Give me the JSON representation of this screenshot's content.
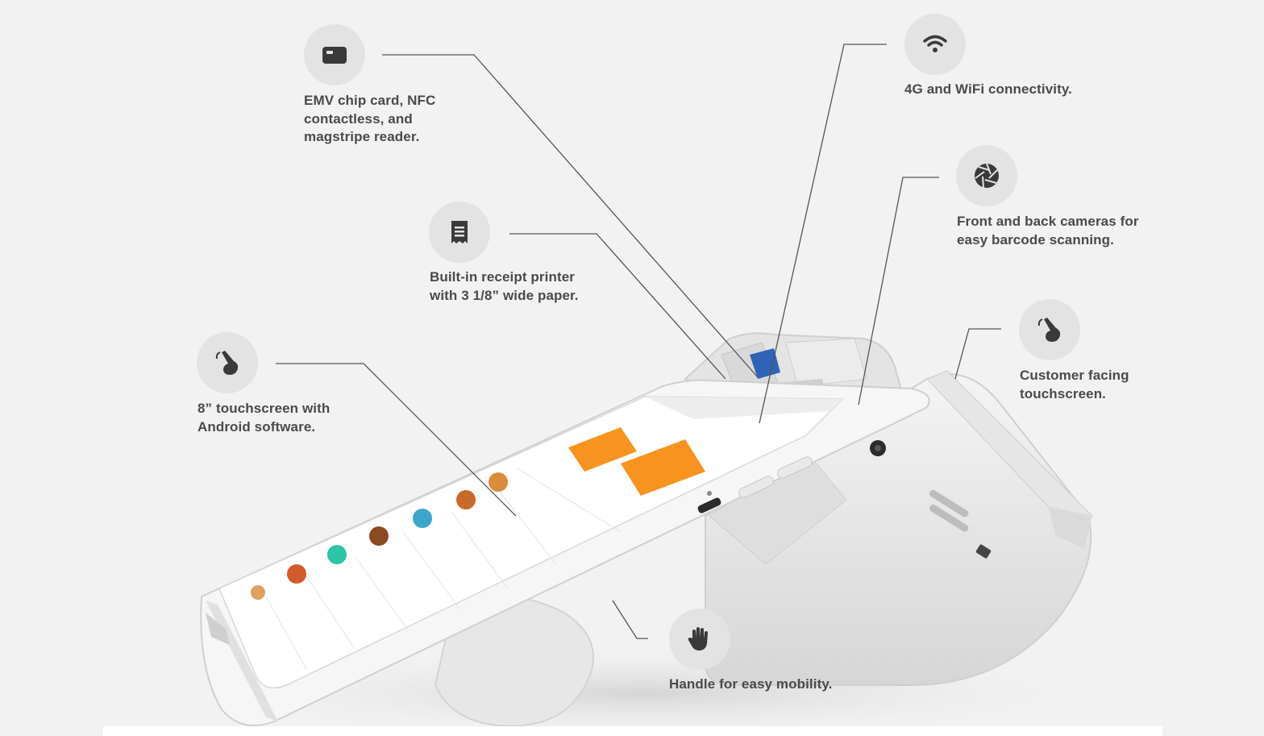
{
  "callouts": [
    {
      "id": "card-reader",
      "icon": "card-icon",
      "lines": [
        "EMV chip card, NFC",
        "contactless, and",
        "magstripe reader."
      ]
    },
    {
      "id": "connectivity",
      "icon": "wifi-icon",
      "lines": [
        "4G and WiFi connectivity."
      ]
    },
    {
      "id": "cameras",
      "icon": "camera-aperture-icon",
      "lines": [
        "Front and back cameras for",
        "easy barcode scanning."
      ]
    },
    {
      "id": "printer",
      "icon": "receipt-icon",
      "lines": [
        "Built-in receipt printer",
        "with 3 1/8” wide paper."
      ]
    },
    {
      "id": "customer-screen",
      "icon": "touch-icon",
      "lines": [
        "Customer facing",
        "touchscreen."
      ]
    },
    {
      "id": "main-screen",
      "icon": "touch-icon",
      "lines": [
        "8” touchscreen with",
        "Android software."
      ]
    },
    {
      "id": "handle",
      "icon": "hand-icon",
      "lines": [
        "Handle for easy mobility."
      ]
    }
  ],
  "colors": {
    "background": "#f2f2f3",
    "icon_circle": "#e3e3e4",
    "icon_glyph": "#3a3a3a",
    "text": "#4a4a4a",
    "accent": "#f7931e",
    "device": "#ebebeb"
  }
}
